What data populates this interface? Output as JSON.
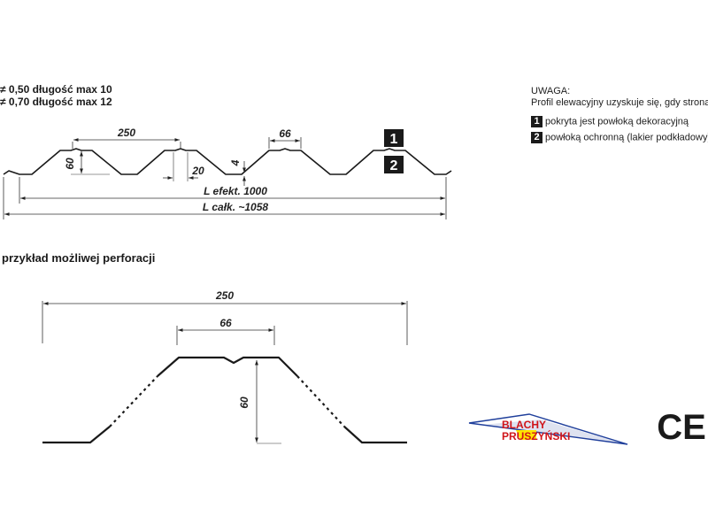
{
  "specs": [
    "≠ 0,50 długość max 10",
    "≠ 0,70 długość max 12"
  ],
  "note": {
    "title": "UWAGA:",
    "text": "Profil elewacyjny uzyskuje się, gdy strona:",
    "items": [
      {
        "num": "1",
        "label": "pokryta jest powłoką dekoracyjną"
      },
      {
        "num": "2",
        "label": "powłoką ochronną (lakier podkładowy)"
      }
    ]
  },
  "profile": {
    "dim_pitch": "250",
    "dim_top": "66",
    "dim_height": "60",
    "dim_bottom": "20",
    "dim_groove": "4",
    "dim_effective": "L efekt. 1000",
    "dim_total": "L całk. ~1058",
    "side_1": "1",
    "side_2": "2"
  },
  "perforation": {
    "title": "przykład możliwej perforacji",
    "dim_pitch": "250",
    "dim_top": "66",
    "dim_height": "60"
  },
  "logo": {
    "line1": "BLACHY",
    "line2": "PRUSZYŃSKI",
    "colors": {
      "red": "#d0141a",
      "yellow": "#ffe500",
      "blue": "#1f3f9b"
    }
  },
  "ce_mark": "CE"
}
